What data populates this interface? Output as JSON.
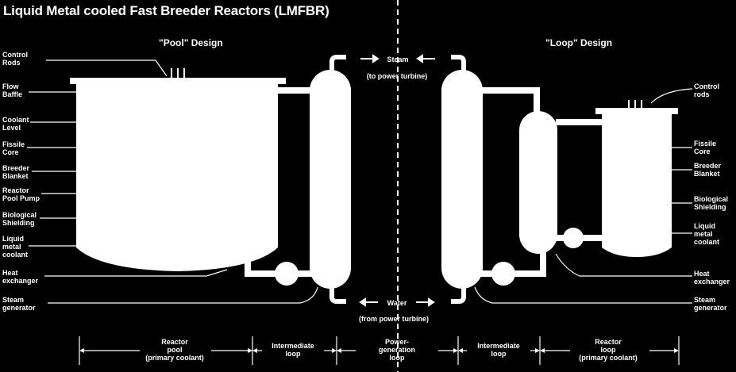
{
  "title": "Liquid Metal cooled Fast Breeder Reactors (LMFBR)",
  "pool_heading": "\"Pool\" Design",
  "loop_heading": "\"Loop\" Design",
  "steam": "Steam",
  "steam_note": "(to power turbine)",
  "water": "Water",
  "water_note": "(from power turbine)",
  "pool_labels": {
    "control_rods": [
      "Control",
      "Rods"
    ],
    "flow_baffle": [
      "Flow",
      "Baffle"
    ],
    "coolant_level": [
      "Coolant",
      "Level"
    ],
    "fissile_core": [
      "Fissile",
      "Core"
    ],
    "breeder_blanket": [
      "Breeder",
      "Blanket"
    ],
    "reactor_pool_pump": [
      "Reactor",
      "Pool Pump"
    ],
    "biological_shielding": [
      "Biological",
      "Shielding"
    ],
    "liquid_metal_coolant": [
      "Liquid",
      "metal",
      "coolant"
    ],
    "heat_exchanger": [
      "Heat",
      "exchanger"
    ],
    "steam_generator": [
      "Steam",
      "generator"
    ]
  },
  "loop_labels": {
    "control_rods": [
      "Control",
      "rods"
    ],
    "fissile_core": [
      "Fissile",
      "Core"
    ],
    "breeder_blanket": [
      "Breeder",
      "Blanket"
    ],
    "biological_shielding": [
      "Biological",
      "Shielding"
    ],
    "liquid_metal_coolant": [
      "Liquid",
      "metal",
      "coolant"
    ],
    "heat_exchanger": [
      "Heat",
      "exchanger"
    ],
    "steam_generator": [
      "Steam",
      "generator"
    ]
  },
  "sections": {
    "reactor_pool": [
      "Reactor",
      "pool",
      "(primary coolant)"
    ],
    "intermediate_loop_left": [
      "Intermediate",
      "loop"
    ],
    "power_generation_loop": [
      "Power-",
      "generation",
      "loop"
    ],
    "intermediate_loop_right": [
      "Intermediate",
      "loop"
    ],
    "reactor_loop": [
      "Reactor",
      "loop",
      "(primary coolant)"
    ]
  }
}
